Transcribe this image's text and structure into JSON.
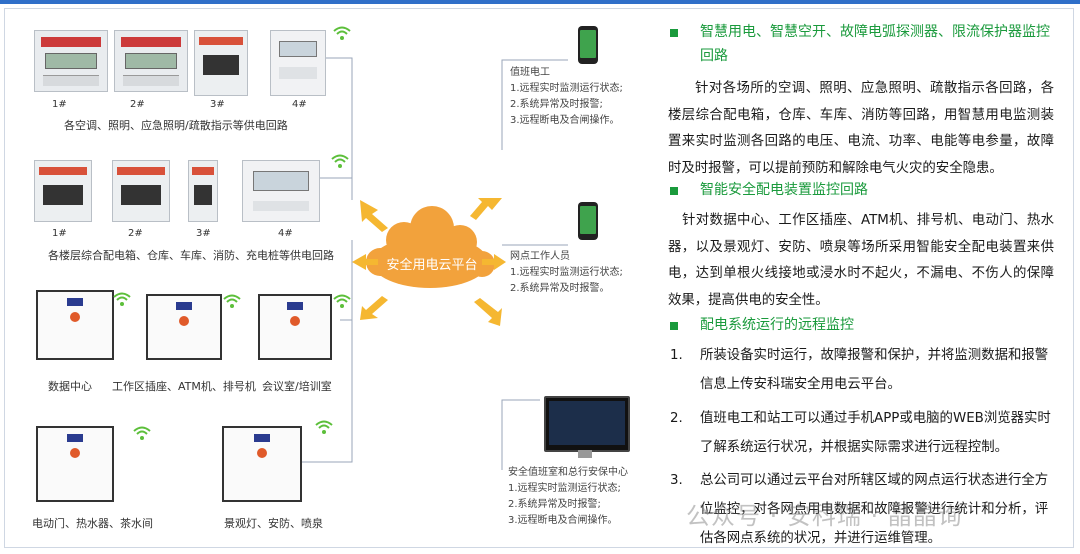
{
  "cloud": {
    "label": "安全用电云平台"
  },
  "groups": [
    {
      "numbers": [
        "1#",
        "2#",
        "3#",
        "4#"
      ],
      "caption": "各空调、照明、应急照明/疏散指示等供电回路"
    },
    {
      "numbers": [
        "1#",
        "2#",
        "3#",
        "4#"
      ],
      "caption": "各楼层综合配电箱、仓库、车库、消防、充电桩等供电回路"
    },
    {
      "labels": [
        "数据中心",
        "工作区插座、ATM机、排号机",
        "会议室/培训室"
      ]
    },
    {
      "labels": [
        "电动门、热水器、茶水间",
        "景观灯、安防、喷泉"
      ]
    }
  ],
  "receivers": [
    {
      "title": "值班电工",
      "items": [
        "1.远程实时监测运行状态;",
        "2.系统异常及时报警;",
        "3.远程断电及合闸操作。"
      ]
    },
    {
      "title": "网点工作人员",
      "items": [
        "1.远程实时监测运行状态;",
        "2.系统异常及时报警。"
      ]
    },
    {
      "title": "安全值班室和总行安保中心",
      "items": [
        "1.远程实时监测运行状态;",
        "2.系统异常及时报警;",
        "3.远程断电及合闸操作。"
      ]
    }
  ],
  "right": {
    "h1": "智慧用电、智慧空开、故障电弧探测器、限流保护器监控回路",
    "p1": "针对各场所的空调、照明、应急照明、疏散指示各回路，各楼层综合配电箱，仓库、车库、消防等回路，用智慧用电监测装置来实时监测各回路的电压、电流、功率、电能等电参量，故障时及时报警，可以提前预防和解除电气火灾的安全隐患。",
    "h2": "智能安全配电装置监控回路",
    "p2": "针对数据中心、工作区插座、ATM机、排号机、电动门、热水器，以及景观灯、安防、喷泉等场所采用智能安全配电装置来供电，达到单根火线接地或浸水时不起火，不漏电、不伤人的保障效果，提高供电的安全性。",
    "h3": "配电系统运行的远程监控",
    "list": [
      {
        "n": "1.",
        "t": "所装设备实时运行，故障报警和保护，并将监测数据和报警信息上传安科瑞安全用电云平台。"
      },
      {
        "n": "2.",
        "t": "值班电工和站工可以通过手机APP或电脑的WEB浏览器实时了解系统运行状况，并根据实际需求进行远程控制。"
      },
      {
        "n": "3.",
        "t": "总公司可以通过云平台对所辖区域的网点运行状态进行全方位监控，对各网点用电数据和故障报警进行统计和分析，评估各网点系统的状况，并进行运维管理。"
      }
    ]
  },
  "watermark": "公众号 · 安科瑞 · 晶晶询",
  "colors": {
    "green": "#1a9a3c",
    "cloud": "#f2a23c",
    "arrow": "#f5b731",
    "line": "#9aa6b8",
    "wifi": "#5cbf3a"
  }
}
